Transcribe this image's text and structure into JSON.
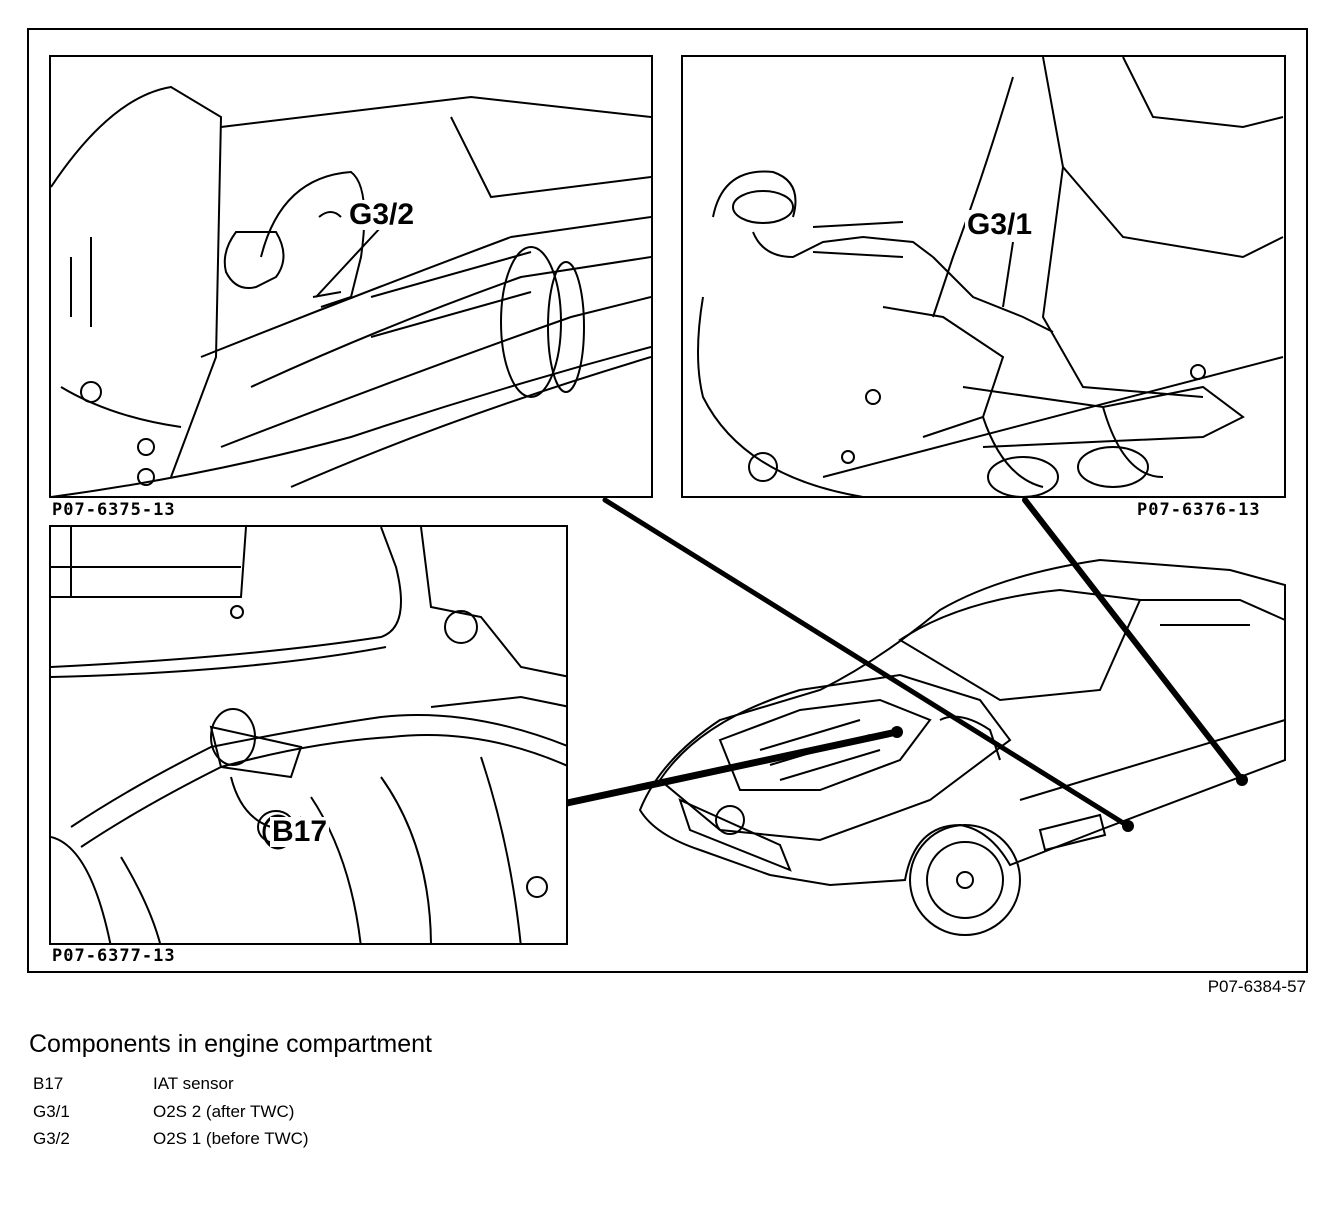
{
  "panels": {
    "top_left": {
      "ref": "P07-6375-13",
      "callout": "G3/2"
    },
    "top_right": {
      "ref": "P07-6376-13",
      "callout": "G3/1"
    },
    "bottom_left": {
      "ref": "P07-6377-13",
      "callout": "B17"
    }
  },
  "drawing_number": "P07-6384-57",
  "legend": {
    "title": "Components in engine compartment",
    "items": [
      {
        "code": "B17",
        "description": "IAT sensor"
      },
      {
        "code": "G3/1",
        "description": "O2S 2 (after TWC)"
      },
      {
        "code": "G3/2",
        "description": "O2S 1 (before TWC)"
      }
    ]
  }
}
